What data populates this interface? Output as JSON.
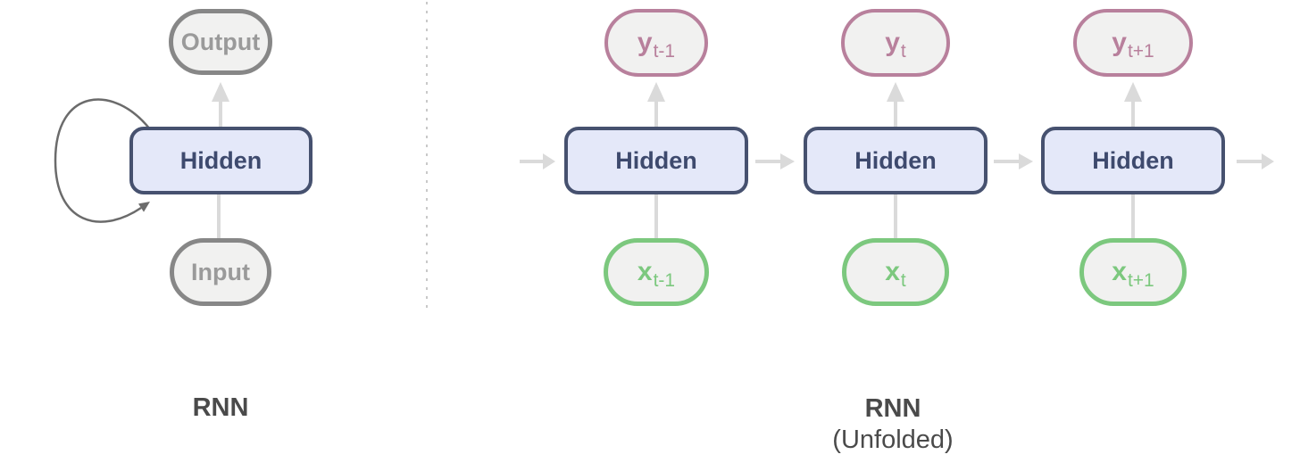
{
  "colors": {
    "node_fill": "#f1f1f0",
    "gray_border": "#878787",
    "gray_text": "#9a9a9a",
    "hidden_fill": "#e4e8f9",
    "hidden_border": "#46516f",
    "hidden_text": "#3e4a6e",
    "pink": "#b8809c",
    "green": "#7cc87e",
    "arrow": "#dadada",
    "loop": "#6b6b6b",
    "divider": "#c9c9c9",
    "caption": "#4a4a4a"
  },
  "left": {
    "caption": "RNN",
    "output_label": "Output",
    "hidden_label": "Hidden",
    "input_label": "Input"
  },
  "right": {
    "caption_title": "RNN",
    "caption_subtitle": "(Unfolded)",
    "columns": [
      {
        "output_base": "y",
        "output_sub": "t-1",
        "hidden_label": "Hidden",
        "input_base": "x",
        "input_sub": "t-1"
      },
      {
        "output_base": "y",
        "output_sub": "t",
        "hidden_label": "Hidden",
        "input_base": "x",
        "input_sub": "t"
      },
      {
        "output_base": "y",
        "output_sub": "t+1",
        "hidden_label": "Hidden",
        "input_base": "x",
        "input_sub": "t+1"
      }
    ]
  }
}
